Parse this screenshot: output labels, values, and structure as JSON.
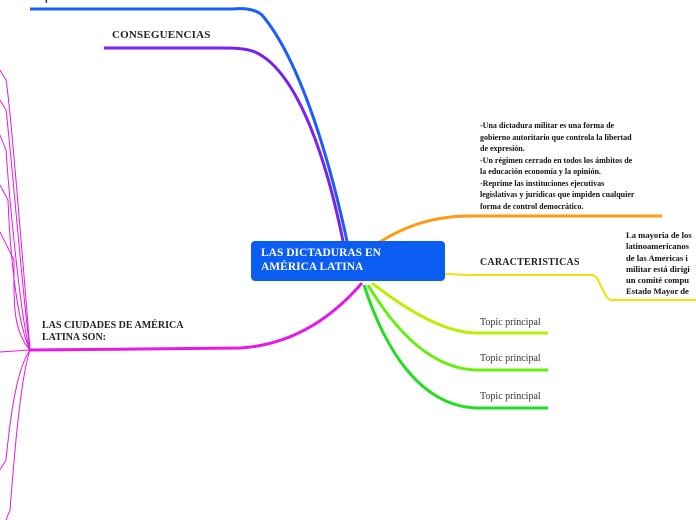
{
  "central": {
    "label": "LAS DICTADURAS EN AMÉRICA LATINA"
  },
  "branches": {
    "top_cut": {
      "label": "opiniones"
    },
    "consecuencias": {
      "label": "CONSEGUENCIAS"
    },
    "ciudades": {
      "label": "LAS CIUDADES DE AMÉRICA LATINA SON:"
    },
    "caracteristicas": {
      "label": "CARACTERISTICAS"
    },
    "topic1": {
      "label": "Topic principal"
    },
    "topic2": {
      "label": "Topic principal"
    },
    "topic3": {
      "label": "Topic principal"
    }
  },
  "definicion": {
    "lines": [
      "-Una dictadura militar es una forma de",
      "gobierno autoritario que controla la libertad",
      "de expresión.",
      "-Un régimen cerrado en todos los ámbitos de",
      "la educación economía y la opinión.",
      "-Reprime las instituciones ejecutivas",
      "legislativas y jurídicas que impiden cualquier",
      "forma de control democrático."
    ]
  },
  "mayoria": {
    "lines": [
      "La mayoria de los",
      "latinoamericanos",
      "de las Americas i",
      "militar está dirigi",
      "un comité compu",
      "Estado Mayor de"
    ]
  },
  "colors": {
    "central_bg": "#0a5df0",
    "blue": "#1a5cff",
    "purple": "#7a22ee",
    "magenta": "#e619e6",
    "orange": "#ff9a10",
    "yellow": "#f0e00a",
    "lime": "#b8f000",
    "green1": "#66ee10",
    "green2": "#22dd22"
  }
}
